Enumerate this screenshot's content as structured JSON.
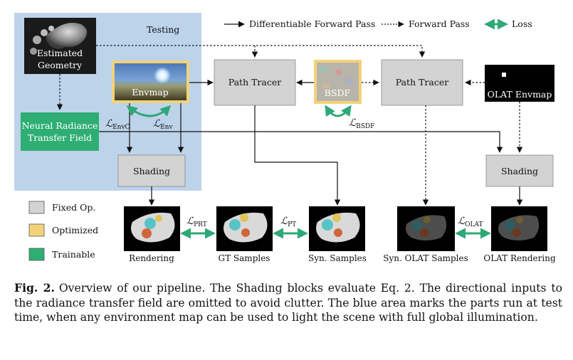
{
  "figure": {
    "testing_label": "Testing",
    "legend_top": {
      "differentiable": "Differentiable Forward Pass",
      "forward": "Forward Pass",
      "loss": "Loss"
    },
    "nodes": {
      "estimated_geometry": [
        "Estimated",
        "Geometry"
      ],
      "envmap": "Envmap",
      "path_tracer_left": "Path Tracer",
      "bsdf": "BSDF",
      "path_tracer_right": "Path Tracer",
      "olat_envmap": "OLAT Envmap",
      "nrtf": [
        "Neural Radiance",
        "Transfer Field"
      ],
      "shading_left": "Shading",
      "shading_right": "Shading"
    },
    "losses": {
      "envc": {
        "sym": "ℒ",
        "sub": "EnvC"
      },
      "env": {
        "sym": "ℒ",
        "sub": "Env"
      },
      "bsdf": {
        "sym": "ℒ",
        "sub": "BSDF"
      },
      "prt": {
        "sym": "ℒ",
        "sub": "PRT"
      },
      "pt": {
        "sym": "ℒ",
        "sub": "PT"
      },
      "olat": {
        "sym": "ℒ",
        "sub": "OLAT"
      }
    },
    "legend_box": {
      "fixed": "Fixed Op.",
      "optimized": "Optimized",
      "trainable": "Trainable"
    },
    "images": {
      "rendering": "Rendering",
      "gt": "GT Samples",
      "syn": "Syn. Samples",
      "syn_olat": "Syn. OLAT Samples",
      "olat_rendering": "OLAT Rendering"
    },
    "colors": {
      "testing_area": "#bcd3ea",
      "fixed": "#d3d3d3",
      "optimized": "#f3d27a",
      "trainable": "#2fae74",
      "loss_arrow": "#2fa877"
    }
  },
  "caption": {
    "label": "Fig. 2.",
    "text": "Overview of our pipeline. The Shading blocks evaluate Eq. 2. The directional inputs to the radiance transfer field are omitted to avoid clutter. The blue area marks the parts run at test time, when any environment map can be used to light the scene with full global illumination."
  }
}
